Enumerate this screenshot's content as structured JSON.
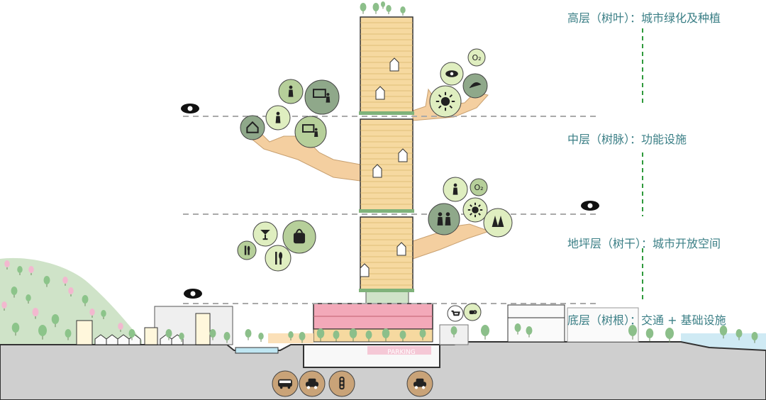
{
  "layers": [
    {
      "id": "high",
      "label": "高层（树叶）：城市绿化及种植"
    },
    {
      "id": "middle",
      "label": "中层（树脉）：功能设施"
    },
    {
      "id": "ground",
      "label": "地坪层（树干）：城市开放空间"
    },
    {
      "id": "base",
      "label": "底层（树根）：交通 + 基础设施"
    }
  ],
  "parking": {
    "label": "PARKING"
  },
  "colors": {
    "label": "#3b7f86",
    "tower": "#f6d9a0",
    "tower_line": "#d9b46a",
    "branch": "#f4cfa0",
    "podium": "#f3a9b9",
    "hill": "#cfe3c8",
    "ground": "#cfcfcf",
    "water": "#bfe6f2",
    "bubble_light": "#dfeec0",
    "bubble_mid": "#b6cf9a",
    "bubble_dark": "#8fa88a",
    "transit_bubble": "#c9a378",
    "guide_dashed": "#2f9a3c"
  },
  "icons": {
    "top_right_tree": [
      "eye-icon",
      "o2-icon",
      "bird-icon",
      "sun-icon"
    ],
    "left_mid_tree": [
      "meeting-icon",
      "presentation-icon",
      "tourist-icon",
      "classroom-icon",
      "house-icon"
    ],
    "right_low_tree": [
      "telescope-icon",
      "o2-icon",
      "sun-icon",
      "people-icon",
      "forest-icon"
    ],
    "left_low_tree": [
      "cocktail-icon",
      "shopping-bag-icon",
      "hotdog-icon",
      "dining-icon"
    ],
    "podium": [
      "shopping-cart-icon",
      "coffee-icon"
    ],
    "transport": [
      "bus-icon",
      "taxi-icon",
      "traffic-light-icon",
      "parking-car-icon"
    ],
    "viewpoints": [
      "eye-icon",
      "eye-icon",
      "eye-icon"
    ]
  }
}
